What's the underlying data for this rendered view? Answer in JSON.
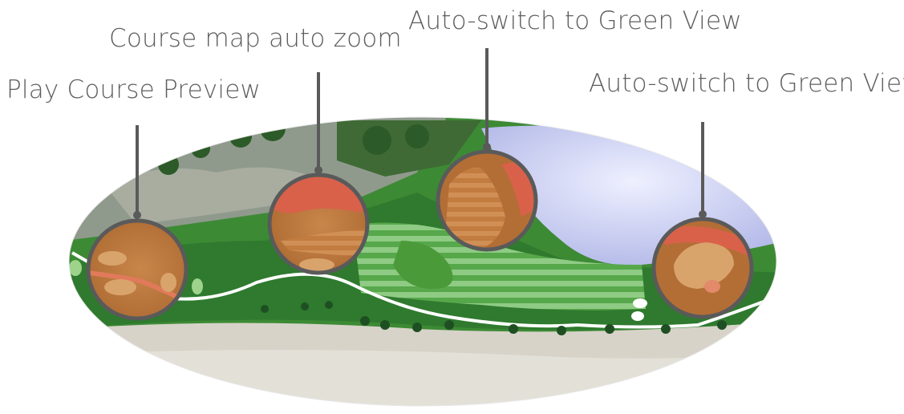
{
  "callouts": [
    {
      "label": "Play Course Preview"
    },
    {
      "label": "Course map auto zoom"
    },
    {
      "label": "Auto-switch to Green View"
    },
    {
      "label": "Auto-switch to Green View"
    }
  ],
  "colors": {
    "label_text": "#5e5e5e",
    "leader_line": "#5a5a5a",
    "fairway": "#4a9a3a",
    "rough": "#2f7a2e",
    "water": "#c9cdf0",
    "sand": "#d9d6cc",
    "lens_orange": "#c07a3e"
  }
}
